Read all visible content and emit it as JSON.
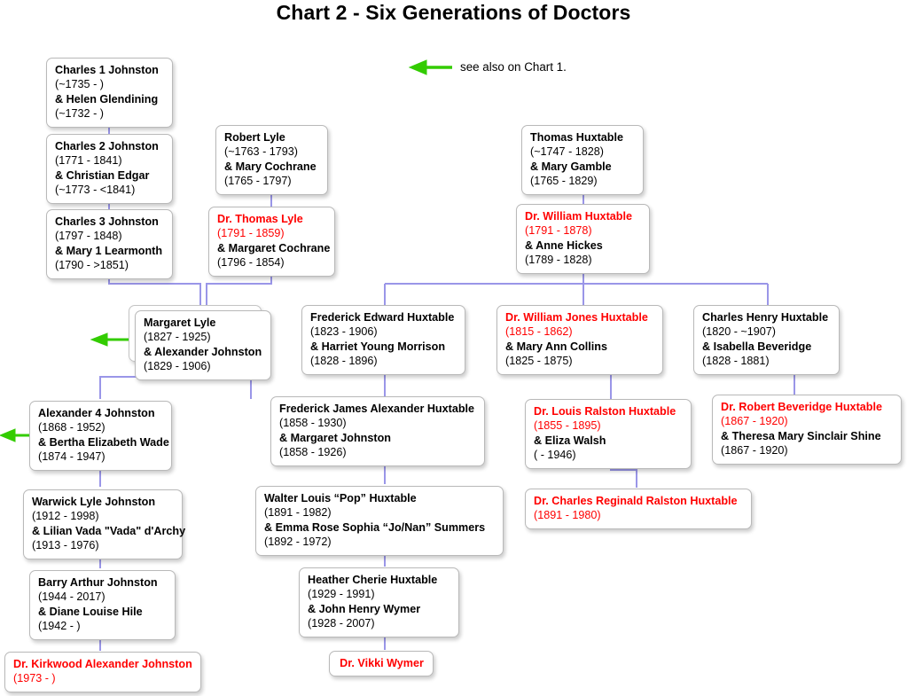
{
  "title": "Chart 2 - Six Generations of Doctors",
  "legend": {
    "text": "see also on Chart 1.",
    "arrow_color": "#33cc00",
    "arrow_icon": "left-arrow-icon"
  },
  "colors": {
    "doctor_red": "#ff0000",
    "normal_black": "#000000",
    "connector_purple": "#9a96e8",
    "box_border": "#b9b9b9",
    "background": "#ffffff",
    "arrow_green": "#33cc00"
  },
  "nodes": [
    {
      "id": "charles1",
      "doctor": false,
      "name": "Charles 1 Johnston",
      "dates": "(~1735 - )",
      "spouse": "& Helen Glendining",
      "spouse_dates": "(~1732 - )"
    },
    {
      "id": "charles2",
      "doctor": false,
      "name": "Charles 2 Johnston",
      "dates": "(1771 - 1841)",
      "spouse": "& Christian Edgar",
      "spouse_dates": "(~1773 - <1841)"
    },
    {
      "id": "charles3",
      "doctor": false,
      "name": "Charles 3 Johnston",
      "dates": "(1797 - 1848)",
      "spouse": "& Mary 1 Learmonth",
      "spouse_dates": "(1790 - >1851)"
    },
    {
      "id": "robertlyle",
      "doctor": false,
      "name": "Robert Lyle",
      "dates": "(~1763 - 1793)",
      "spouse": "& Mary Cochrane",
      "spouse_dates": "(1765 - 1797)"
    },
    {
      "id": "thomaslyle",
      "doctor": true,
      "name": "Dr. Thomas Lyle",
      "dates": "(1791 - 1859)",
      "spouse": "& Margaret Cochrane",
      "spouse_dates": "(1796 - 1854)"
    },
    {
      "id": "thomashux",
      "doctor": false,
      "name": "Thomas Huxtable",
      "dates": "(~1747 - 1828)",
      "spouse": "& Mary Gamble",
      "spouse_dates": "(1765 - 1829)"
    },
    {
      "id": "williamhux",
      "doctor": true,
      "name": "Dr. William Huxtable",
      "dates": "(1791 - 1878)",
      "spouse": "& Anne Hickes",
      "spouse_dates": "(1789 - 1828)"
    },
    {
      "id": "margaretlyle",
      "doctor": false,
      "name": "Margaret Lyle",
      "dates": "(1827 - 1925)",
      "spouse": "& Alexander Johnston",
      "spouse_dates": "(1829 - 1906)"
    },
    {
      "id": "frederickedward",
      "doctor": false,
      "name": "Frederick Edward Huxtable",
      "dates": "(1823 - 1906)",
      "spouse": "& Harriet Young Morrison",
      "spouse_dates": "(1828 - 1896)"
    },
    {
      "id": "williamjones",
      "doctor": true,
      "name": "Dr. William Jones Huxtable",
      "dates": "(1815 - 1862)",
      "spouse": "& Mary Ann Collins",
      "spouse_dates": "(1825 - 1875)"
    },
    {
      "id": "charleshenry",
      "doctor": false,
      "name": "Charles Henry Huxtable",
      "dates": "(1820 - ~1907)",
      "spouse": "& Isabella Beveridge",
      "spouse_dates": "(1828 - 1881)"
    },
    {
      "id": "alexander4",
      "doctor": false,
      "name": "Alexander 4 Johnston",
      "dates": "(1868 - 1952)",
      "spouse": "& Bertha Elizabeth Wade",
      "spouse_dates": "(1874 - 1947)"
    },
    {
      "id": "frederickjames",
      "doctor": false,
      "name": "Frederick James Alexander Huxtable",
      "dates": "(1858 - 1930)",
      "spouse": "& Margaret Johnston",
      "spouse_dates": "(1858 - 1926)"
    },
    {
      "id": "louisralston",
      "doctor": true,
      "name": "Dr. Louis Ralston Huxtable",
      "dates": "(1855 - 1895)",
      "spouse": "& Eliza Walsh",
      "spouse_dates": "( - 1946)"
    },
    {
      "id": "robertbeveridge",
      "doctor": true,
      "name": "Dr. Robert Beveridge Huxtable",
      "dates": "(1867 - 1920)",
      "spouse": "& Theresa Mary Sinclair Shine",
      "spouse_dates": "(1867 - 1920)"
    },
    {
      "id": "warwick",
      "doctor": false,
      "name": "Warwick Lyle Johnston",
      "dates": "(1912 - 1998)",
      "spouse": "& Lilian Vada \"Vada\" d'Archy",
      "spouse_dates": "(1913 - 1976)"
    },
    {
      "id": "walterlouis",
      "doctor": false,
      "name": "Walter Louis “Pop” Huxtable",
      "dates": "(1891 - 1982)",
      "spouse": "& Emma Rose Sophia “Jo/Nan” Summers",
      "spouse_dates": "(1892 - 1972)"
    },
    {
      "id": "charlesreginald",
      "doctor": true,
      "name": "Dr. Charles Reginald Ralston Huxtable",
      "dates": "(1891 - 1980)",
      "spouse": "",
      "spouse_dates": ""
    },
    {
      "id": "barry",
      "doctor": false,
      "name": "Barry Arthur Johnston",
      "dates": "(1944 - 2017)",
      "spouse": "& Diane Louise Hile",
      "spouse_dates": "(1942 - )"
    },
    {
      "id": "heather",
      "doctor": false,
      "name": "Heather Cherie Huxtable",
      "dates": "(1929 - 1991)",
      "spouse": "& John Henry Wymer",
      "spouse_dates": "(1928 - 2007)"
    },
    {
      "id": "kirkwood",
      "doctor": true,
      "name": "Dr. Kirkwood Alexander Johnston",
      "dates": "(1973 - )",
      "spouse": "",
      "spouse_dates": ""
    },
    {
      "id": "vikki",
      "doctor": true,
      "name": "Dr. Vikki Wymer",
      "dates": "",
      "spouse": "",
      "spouse_dates": ""
    }
  ]
}
